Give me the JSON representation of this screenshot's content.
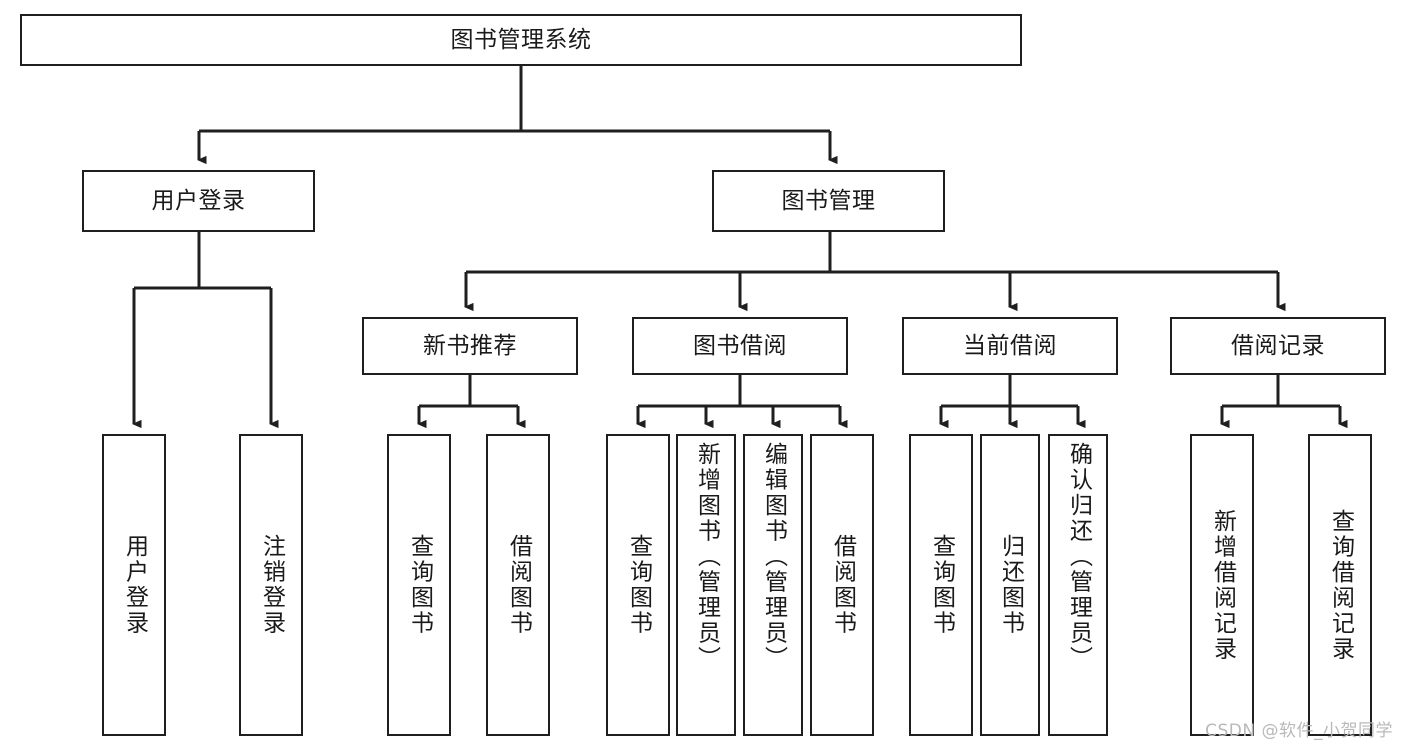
{
  "diagram": {
    "type": "tree",
    "title": "图书管理系统",
    "orientation": "top-down",
    "line_color": "#1f1f1f",
    "box_fill": "#ffffff",
    "text_color": "#1a1a1a",
    "root": {
      "id": "root",
      "label": "图书管理系统",
      "text_direction": "horizontal"
    },
    "level2": [
      {
        "id": "user-login",
        "label": "用户登录",
        "text_direction": "horizontal"
      },
      {
        "id": "book-manage",
        "label": "图书管理",
        "text_direction": "horizontal"
      }
    ],
    "level3": [
      {
        "id": "new-book-rec",
        "label": "新书推荐",
        "text_direction": "horizontal",
        "parent": "book-manage"
      },
      {
        "id": "book-borrow",
        "label": "图书借阅",
        "text_direction": "horizontal",
        "parent": "book-manage"
      },
      {
        "id": "current-borrow",
        "label": "当前借阅",
        "text_direction": "horizontal",
        "parent": "book-manage"
      },
      {
        "id": "borrow-record",
        "label": "借阅记录",
        "text_direction": "horizontal",
        "parent": "book-manage"
      }
    ],
    "leaves": [
      {
        "id": "leaf-user-login",
        "label": "用户登录",
        "text_direction": "vertical",
        "parent": "user-login"
      },
      {
        "id": "leaf-user-logout",
        "label": "注销登录",
        "text_direction": "vertical",
        "parent": "user-login"
      },
      {
        "id": "leaf-query-book-1",
        "label": "查询图书",
        "text_direction": "vertical",
        "parent": "new-book-rec"
      },
      {
        "id": "leaf-borrow-book-1",
        "label": "借阅图书",
        "text_direction": "vertical",
        "parent": "new-book-rec"
      },
      {
        "id": "leaf-query-book-2",
        "label": "查询图书",
        "text_direction": "vertical",
        "parent": "book-borrow"
      },
      {
        "id": "leaf-add-book",
        "label": "新增图书（管理员）",
        "text_direction": "vertical",
        "parent": "book-borrow"
      },
      {
        "id": "leaf-edit-book",
        "label": "编辑图书（管理员）",
        "text_direction": "vertical",
        "parent": "book-borrow"
      },
      {
        "id": "leaf-borrow-book-2",
        "label": "借阅图书",
        "text_direction": "vertical",
        "parent": "book-borrow"
      },
      {
        "id": "leaf-query-book-3",
        "label": "查询图书",
        "text_direction": "vertical",
        "parent": "current-borrow"
      },
      {
        "id": "leaf-return-book",
        "label": "归还图书",
        "text_direction": "vertical",
        "parent": "current-borrow"
      },
      {
        "id": "leaf-confirm-return",
        "label": "确认归还（管理员）",
        "text_direction": "vertical",
        "parent": "current-borrow"
      },
      {
        "id": "leaf-add-record",
        "label": "新增借阅记录",
        "text_direction": "vertical",
        "parent": "borrow-record"
      },
      {
        "id": "leaf-query-record",
        "label": "查询借阅记录",
        "text_direction": "vertical",
        "parent": "borrow-record"
      }
    ]
  },
  "watermark": {
    "text": "CSDN @软件_小贺同学"
  }
}
